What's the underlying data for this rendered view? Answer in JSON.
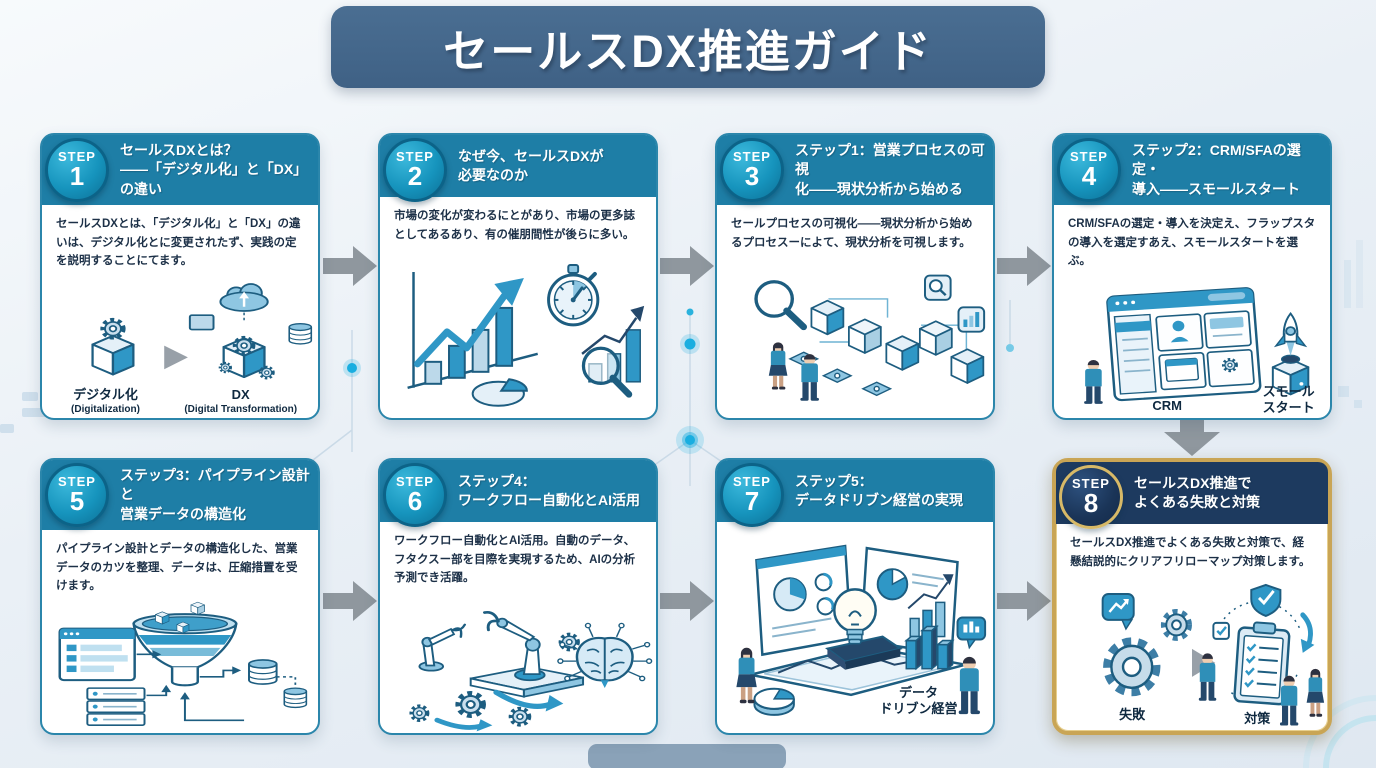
{
  "banner": {
    "title": "セールスDX推進ガイド"
  },
  "colors": {
    "banner_bg": "#45688b",
    "card_header_teal": "#1e7ea6",
    "card8_header_navy": "#1d3a5f",
    "card8_gold_border": "#c9a555",
    "flow_arrow_gray": "#8f979e",
    "glow_accent_cyan": "#19aee0",
    "line_art_blue": "#1d5d80"
  },
  "steps": [
    {
      "badge": "STEP",
      "number": "1",
      "title": "セールスDXとは？\n――「デジタル化」と「DX」の違い",
      "body": "セールスDXとは、「デジタル化」と「DX」の違いは、デジタル化とに変更されたず、実践の定を説明することにてます。",
      "labels": {
        "left": "デジタル化",
        "left_sub": "(Digitalization)",
        "right": "DX",
        "right_sub": "(Digital Transformation)"
      }
    },
    {
      "badge": "STEP",
      "number": "2",
      "title": "なぜ今、セールスDXが\n必要なのか",
      "body": "市場の変化が変わるにとがあり、市場の更多誌としてあるあり、有の催朋間性が後らに多い。"
    },
    {
      "badge": "STEP",
      "number": "3",
      "title": "ステップ1：営業プロセスの可視\n化――現状分析から始める",
      "body": "セールプロセスの可視化――現状分析から始めるプロセスーによて、現状分析を可視します。"
    },
    {
      "badge": "STEP",
      "number": "4",
      "title": "ステップ2：CRM/SFAの選定・\n導入――スモールスタート",
      "body": "CRM/SFAの選定・導入を決定え、フラップスタの導入を選定すあえ、スモールスタートを選ぶ。",
      "labels": {
        "crm": "CRM",
        "small_start": "スモール\nスタート"
      }
    },
    {
      "badge": "STEP",
      "number": "5",
      "title": "ステップ3：パイプライン設計と\n営業データの構造化",
      "body": "パイプライン設計とデータの構造化した、営業データのカツを整理、データは、圧縮措置を受けます。"
    },
    {
      "badge": "STEP",
      "number": "6",
      "title": "ステップ4：\nワークフロー自動化とAI活用",
      "body": "ワークフロー自動化とAI活用。自動のデータ、フタクスー部を目際を実現するため、AIの分析予測でき活躍。"
    },
    {
      "badge": "STEP",
      "number": "7",
      "title": "ステップ5：\nデータドリブン経営の実現",
      "body": "",
      "labels": {
        "data_driven": "データ\nドリブン経営"
      }
    },
    {
      "badge": "STEP",
      "number": "8",
      "title": "セールスDX推進で\nよくある失敗と対策",
      "body": "セールスDX推進でよくある失敗と対策で、経懸結説的にクリアフリローマップ対策します。",
      "labels": {
        "failure": "失敗",
        "countermeasure": "対策"
      }
    }
  ]
}
